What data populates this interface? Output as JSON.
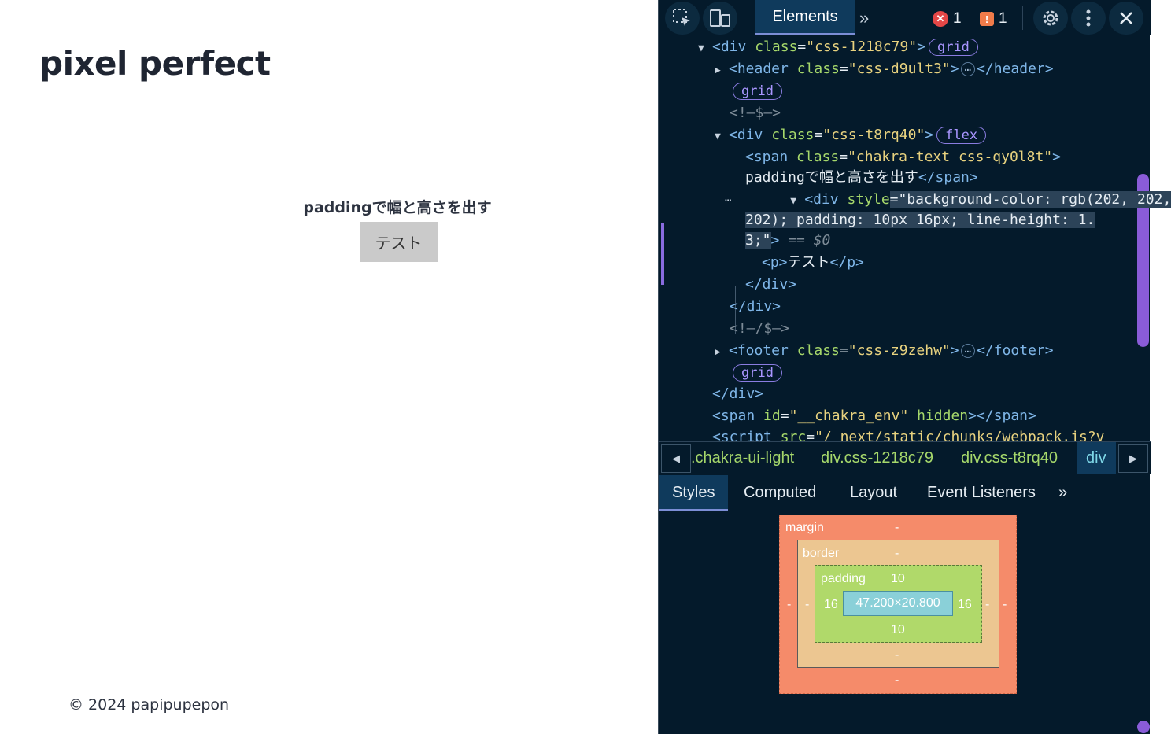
{
  "page": {
    "site_title": "pixel perfect",
    "demo_label": "paddingで幅と高さを出す",
    "demo_box_text": "テスト",
    "footer": "© 2024 papipupepon",
    "demo_box_color": "#cacaca"
  },
  "devtools": {
    "toolbar": {
      "inspect_icon": "inspect-element-icon",
      "device_icon": "device-toolbar-icon",
      "active_tab": "Elements",
      "more_tabs": "»",
      "error_count": "1",
      "warning_count": "1",
      "settings_icon": "gear-icon",
      "menu_icon": "kebab-menu-icon",
      "close_icon": "close-icon"
    },
    "tree": {
      "l1_tag": "<div",
      "l1_attr": "class",
      "l1_val": "\"css-1218c79\"",
      "l1_close": ">",
      "l1_pill": "grid",
      "l2_tag": "<header",
      "l2_attr": "class",
      "l2_val": "\"css-d9ult3\"",
      "l2_close": ">",
      "l2_ellipsis": "…",
      "l2_end": "</header>",
      "l3_pill": "grid",
      "l4_comment": "<!—$—>",
      "l5_tag": "<div",
      "l5_attr": "class",
      "l5_val": "\"css-t8rq40\"",
      "l5_close": ">",
      "l5_pill": "flex",
      "l6_tag": "<span",
      "l6_attr": "class",
      "l6_val": "\"chakra-text css-qy0l8t\"",
      "l6_close": ">",
      "l7_text": "paddingで幅と高さを出す",
      "l7_end": "</span>",
      "l8_tag": "<div",
      "l8_attr": "style",
      "l8_val": "=\"background-color: rgb(202, 202,",
      "l9_val": "202); padding: 10px 16px; line-height: 1.",
      "l10_val": "3;\"",
      "l10_close": ">",
      "l10_ref": "== $0",
      "l11_open": "<p>",
      "l11_text": "テスト",
      "l11_end": "</p>",
      "l12_end": "</div>",
      "l13_end": "</div>",
      "l14_comment": "<!—/$—>",
      "l15_tag": "<footer",
      "l15_attr": "class",
      "l15_val": "\"css-z9zehw\"",
      "l15_close": ">",
      "l15_ellipsis": "…",
      "l15_end": "</footer>",
      "l16_pill": "grid",
      "l17_end": "</div>",
      "l18_tag": "<span",
      "l18_attr": "id",
      "l18_val": "\"__chakra_env\"",
      "l18_attr2": "hidden",
      "l18_end": "></span>",
      "l19_tag": "<script",
      "l19_attr": "src",
      "l19_val": "\"/_next/static/chunks/webpack.js?v"
    },
    "breadcrumbs": [
      ".chakra-ui-light",
      "div.css-1218c79",
      "div.css-t8rq40",
      "div"
    ],
    "subtabs": [
      "Styles",
      "Computed",
      "Layout",
      "Event Listeners",
      "»"
    ],
    "box_model": {
      "margin_label": "margin",
      "margin_top": "-",
      "margin_bottom": "-",
      "margin_left": "-",
      "margin_right": "-",
      "border_label": "border",
      "border_top": "-",
      "border_bottom": "-",
      "border_left": "-",
      "border_right": "-",
      "padding_label": "padding",
      "padding_top": "10",
      "padding_bottom": "10",
      "padding_left": "16",
      "padding_right": "16",
      "content": "47.200×20.800"
    }
  }
}
